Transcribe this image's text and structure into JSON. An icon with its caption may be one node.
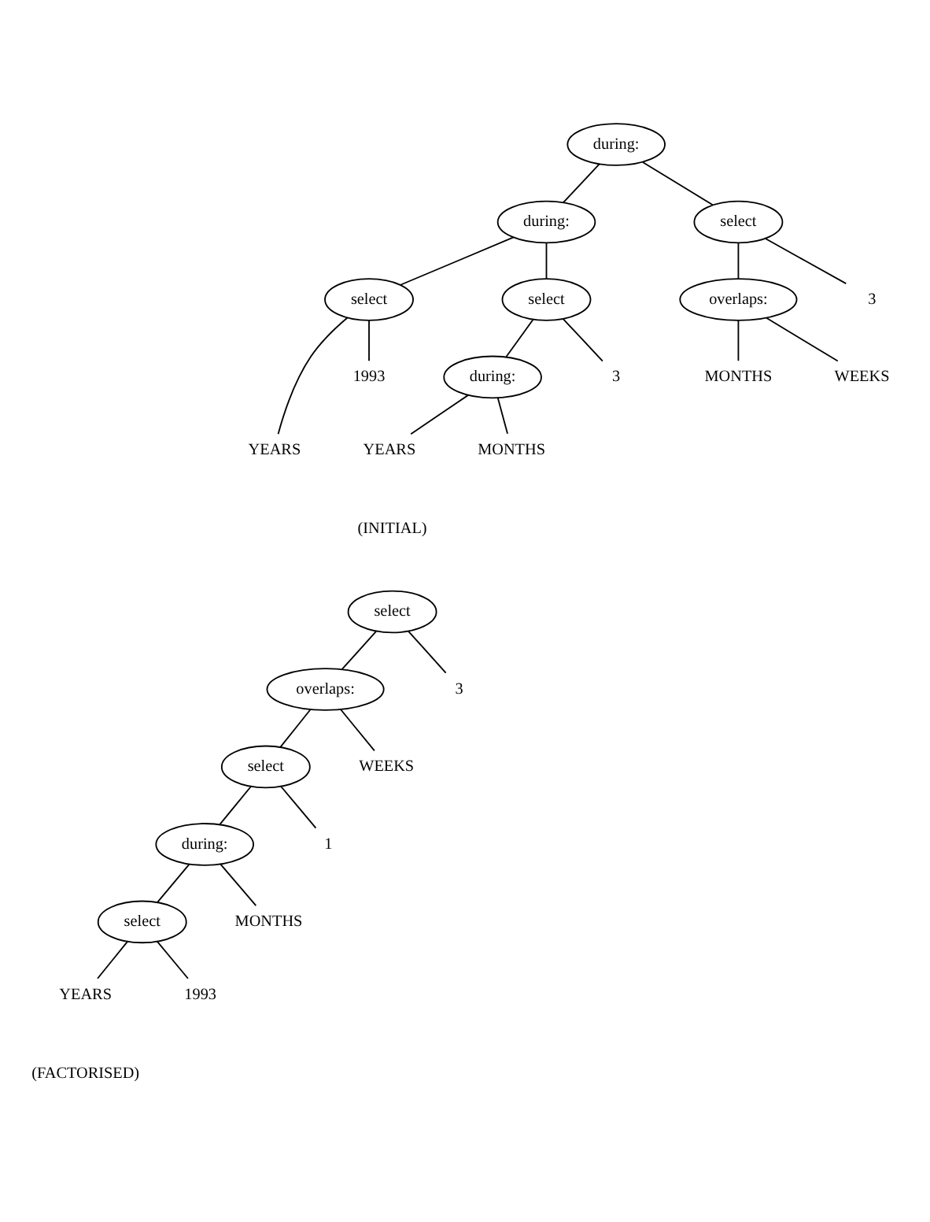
{
  "diagram": {
    "nodes": [
      {
        "text": [
          "during:"
        ]
      },
      {
        "text": [
          "during:"
        ]
      },
      {
        "text": [
          "select"
        ]
      },
      {
        "text": [
          "select"
        ]
      },
      {
        "text": [
          "YEARS"
        ]
      },
      {
        "text": [
          "1993"
        ]
      },
      {
        "text": [
          "select"
        ]
      },
      {
        "text": [
          "during:"
        ]
      },
      {
        "text": [
          "YEARS"
        ]
      },
      {
        "text": [
          "MONTHS"
        ]
      },
      {
        "text": [
          "3"
        ]
      },
      {
        "text": [
          "overlaps:"
        ]
      },
      {
        "text": [
          "MONTHS"
        ]
      },
      {
        "text": [
          "WEEKS"
        ]
      },
      {
        "text": [
          "3"
        ]
      },
      {
        "text": [
          "select"
        ]
      },
      {
        "text": [
          "overlaps:"
        ]
      },
      {
        "text": [
          "3"
        ]
      },
      {
        "text": [
          "select"
        ]
      },
      {
        "text": [
          "WEEKS"
        ]
      },
      {
        "text": [
          "during:"
        ]
      },
      {
        "text": [
          "1"
        ]
      },
      {
        "text": [
          "select"
        ]
      },
      {
        "text": [
          "MONTHS"
        ]
      },
      {
        "text": [
          "YEARS"
        ]
      },
      {
        "text": [
          "1993"
        ]
      }
    ],
    "edges": [
      {
        "from": 0,
        "to": 1,
        "arrow": "none"
      },
      {
        "from": 0,
        "to": 2,
        "arrow": "none"
      },
      {
        "from": 1,
        "to": 3,
        "arrow": "none"
      },
      {
        "from": 1,
        "to": 6,
        "arrow": "none"
      },
      {
        "from": 3,
        "to": 4,
        "arrow": "none"
      },
      {
        "from": 3,
        "to": 5,
        "arrow": "none"
      },
      {
        "from": 6,
        "to": 7,
        "arrow": "none"
      },
      {
        "from": 6,
        "to": 10,
        "arrow": "none"
      },
      {
        "from": 7,
        "to": 8,
        "arrow": "none"
      },
      {
        "from": 7,
        "to": 9,
        "arrow": "none"
      },
      {
        "from": 2,
        "to": 11,
        "arrow": "none"
      },
      {
        "from": 2,
        "to": 14,
        "arrow": "none"
      },
      {
        "from": 11,
        "to": 12,
        "arrow": "none"
      },
      {
        "from": 11,
        "to": 13,
        "arrow": "none"
      },
      {
        "from": 15,
        "to": 16,
        "arrow": "none"
      },
      {
        "from": 15,
        "to": 17,
        "arrow": "none"
      },
      {
        "from": 16,
        "to": 18,
        "arrow": "none"
      },
      {
        "from": 16,
        "to": 19,
        "arrow": "none"
      },
      {
        "from": 18,
        "to": 20,
        "arrow": "none"
      },
      {
        "from": 18,
        "to": 21,
        "arrow": "none"
      },
      {
        "from": 20,
        "to": 22,
        "arrow": "none"
      },
      {
        "from": 20,
        "to": 23,
        "arrow": "none"
      },
      {
        "from": 22,
        "to": 24,
        "arrow": "none"
      },
      {
        "from": 22,
        "to": 25,
        "arrow": "none"
      }
    ],
    "labels": [
      "(INITIAL)",
      "(FACTORISED)"
    ]
  }
}
